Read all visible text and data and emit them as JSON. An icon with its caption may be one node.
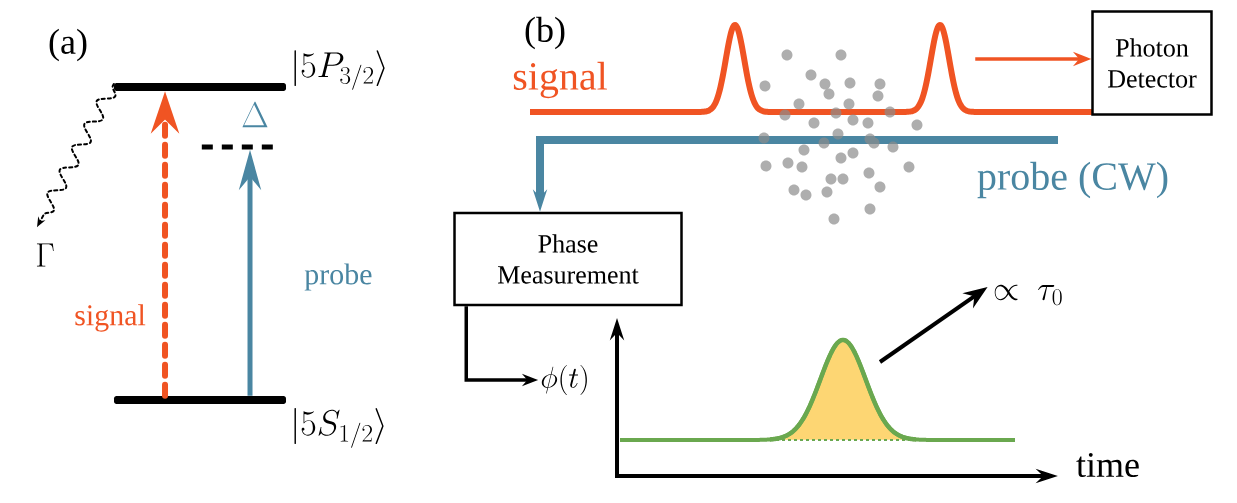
{
  "diagram": {
    "nodes": [
      {
        "text": [],
        "shape": "bar",
        "beside": [
          "|5P_{3/2}\\rangle"
        ]
      },
      {
        "text": [],
        "shape": "bar"
      },
      {
        "text": [],
        "shape": "bar",
        "beside": [
          "|5S_{1/2}\\rangle"
        ]
      },
      {
        "text": [
          "\\Gamma"
        ]
      },
      {
        "text": [
          "Photon Detector"
        ]
      },
      {
        "text": [
          "Phase Measurement"
        ]
      },
      {
        "text": [
          "\\phi(t)"
        ]
      },
      {
        "text": [
          "\\propto\\ \\tau_0"
        ]
      }
    ],
    "edges": [
      {
        "from": 2,
        "to": 0,
        "arrow": "to",
        "label": "signal",
        "style": "dashed",
        "color": "#f05423"
      },
      {
        "from": 2,
        "to": 1,
        "arrow": "to",
        "label": "probe",
        "color": "#4a86a2"
      },
      {
        "from": 0,
        "to": 3,
        "arrow": "to",
        "style": "dashed",
        "color": "#000000"
      },
      {
        "from": null,
        "to": 4,
        "arrow": "to",
        "color": "#f05423"
      },
      {
        "from": null,
        "to": 5,
        "arrow": "to",
        "color": "#4a86a2",
        "style": "thick"
      },
      {
        "from": 5,
        "to": 6,
        "arrow": "to",
        "color": "#000000"
      },
      {
        "from": null,
        "to": 7,
        "arrow": "to",
        "color": "#000000"
      }
    ],
    "labels": [
      "(a)",
      "\\Delta",
      "(b)",
      "signal",
      "probe (CW)",
      "time"
    ]
  }
}
